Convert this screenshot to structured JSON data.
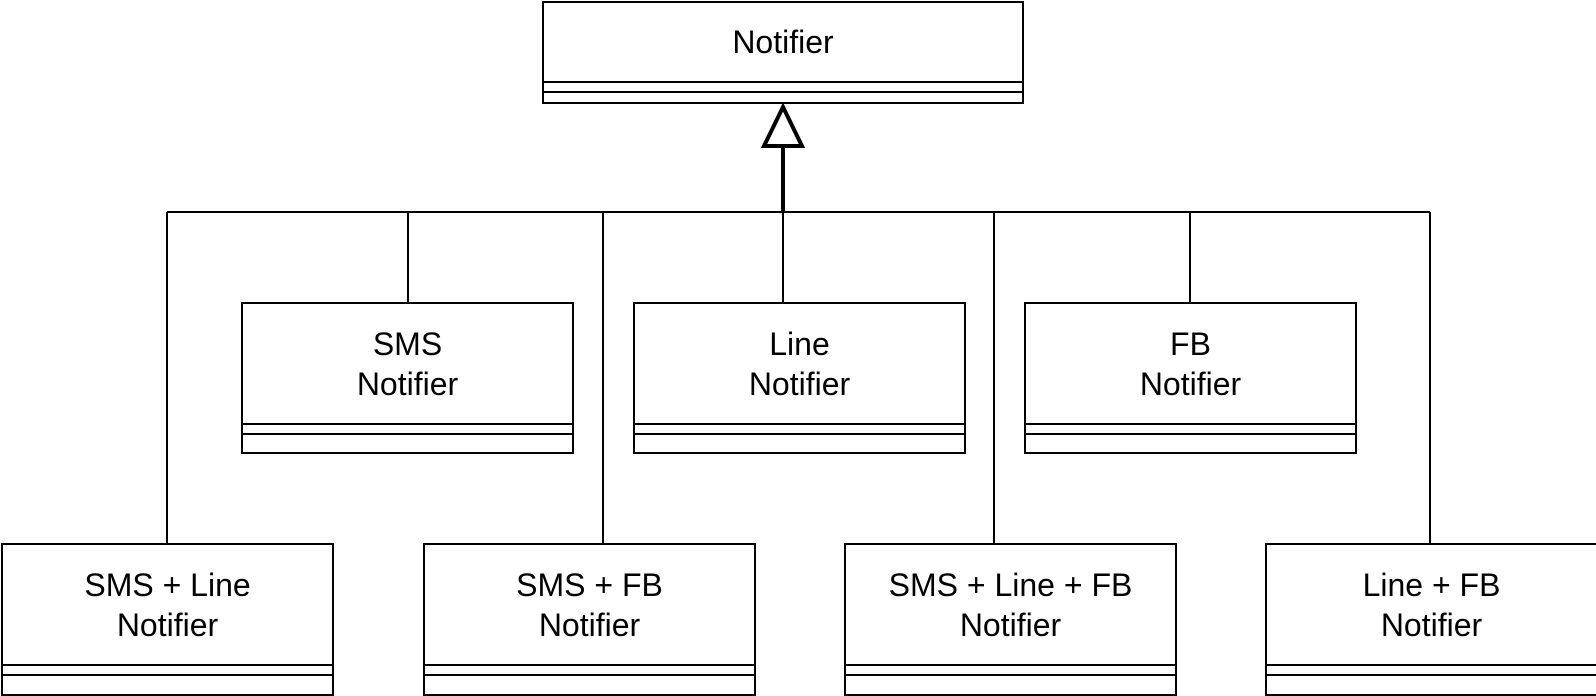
{
  "diagram": {
    "type": "uml-class-inheritance",
    "parent": {
      "name": "Notifier"
    },
    "children": [
      {
        "id": "sms-line",
        "line1": "SMS + Line",
        "line2": "Notifier"
      },
      {
        "id": "sms",
        "line1": "SMS",
        "line2": "Notifier"
      },
      {
        "id": "sms-fb",
        "line1": "SMS + FB",
        "line2": "Notifier"
      },
      {
        "id": "line",
        "line1": "Line",
        "line2": "Notifier"
      },
      {
        "id": "sms-line-fb",
        "line1": "SMS + Line + FB",
        "line2": "Notifier"
      },
      {
        "id": "fb",
        "line1": "FB",
        "line2": "Notifier"
      },
      {
        "id": "line-fb",
        "line1": "Line + FB",
        "line2": "Notifier"
      }
    ],
    "relationship": "generalization",
    "colors": {
      "stroke": "#000000",
      "fill": "#ffffff"
    }
  }
}
